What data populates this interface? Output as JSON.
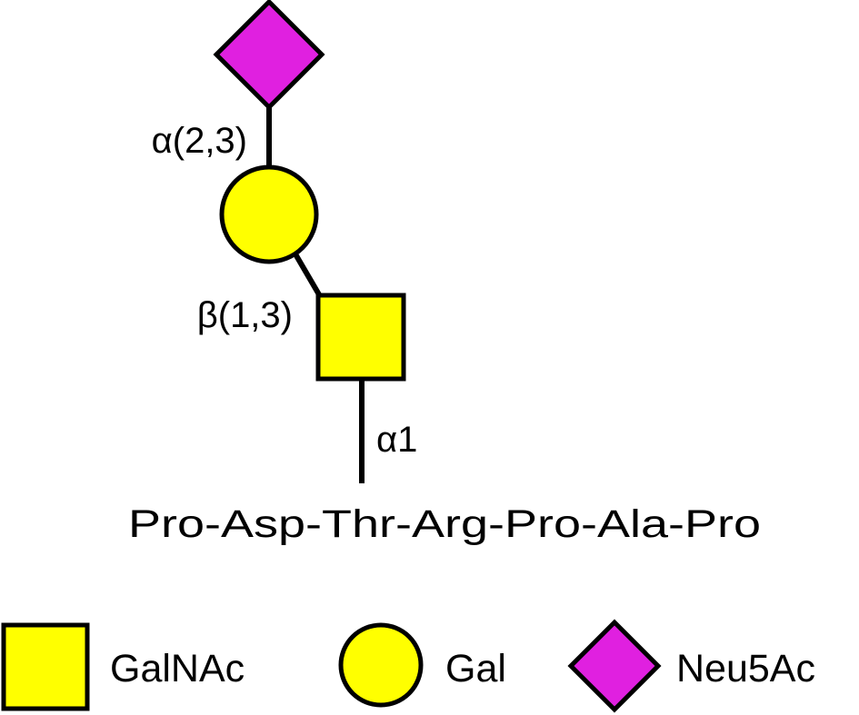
{
  "colors": {
    "galnac": "#FFFF00",
    "gal": "#FFFF00",
    "neu5ac": "#E020E0",
    "stroke": "#000000"
  },
  "diagram": {
    "linkage_neu5ac_gal": "α(2,3)",
    "linkage_gal_galnac": "β(1,3)",
    "linkage_galnac_peptide": "α1",
    "peptide": "Pro-Asp-Thr-Arg-Pro-Ala-Pro"
  },
  "legend": {
    "items": [
      {
        "label": "GalNAc",
        "shape": "square-icon"
      },
      {
        "label": "Gal",
        "shape": "circle-icon"
      },
      {
        "label": "Neu5Ac",
        "shape": "diamond-icon"
      }
    ]
  }
}
